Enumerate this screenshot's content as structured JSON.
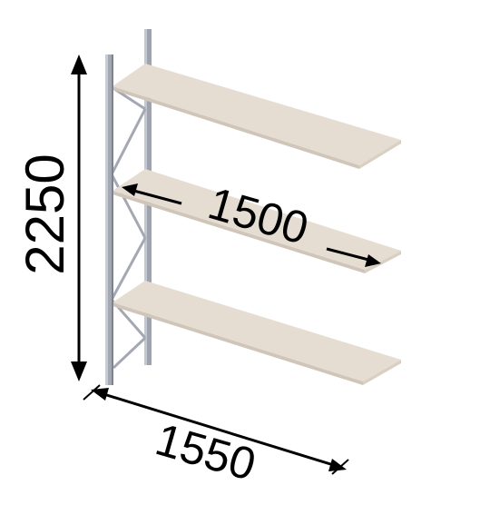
{
  "diagram": {
    "dimensions": {
      "height": "2250",
      "shelf_width": "1500",
      "depth": "1550"
    },
    "shelf_count": 3,
    "colors": {
      "shelf_top": "#e6ddd2",
      "shelf_edge": "#c9bfb3",
      "upright": "#a3a8b3",
      "upright_dark": "#7d828c",
      "dimension_line": "#000000"
    }
  }
}
